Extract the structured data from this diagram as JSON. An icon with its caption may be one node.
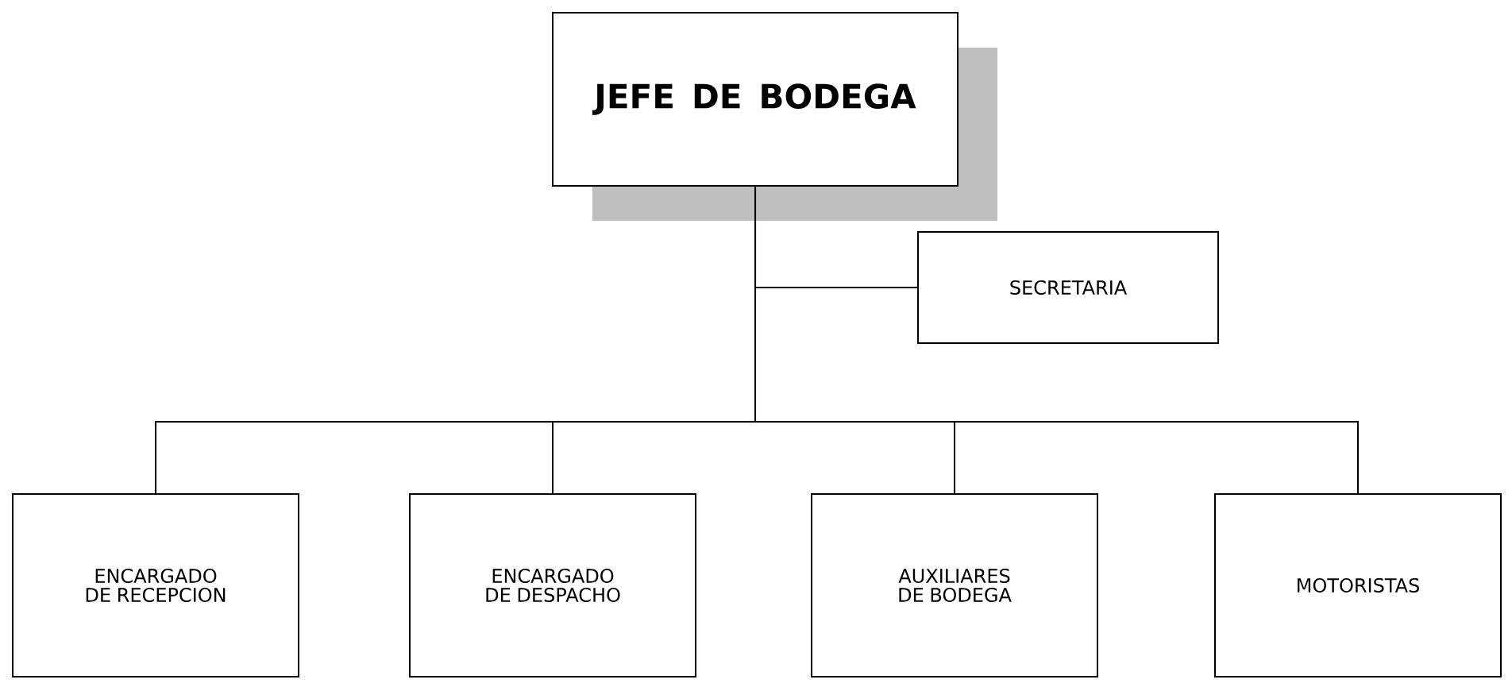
{
  "diagram": {
    "nodes": [
      {
        "text": [
          "JEFE DE BODEGA"
        ]
      },
      {
        "text": [
          "SECRETARIA"
        ]
      },
      {
        "text": [
          "ENCARGADO DE RECEPCION"
        ]
      },
      {
        "text": [
          "ENCARGADO DE DESPACHO"
        ]
      },
      {
        "text": [
          "AUXILIARES DE BODEGA"
        ]
      },
      {
        "text": [
          "MOTORISTAS"
        ]
      }
    ],
    "edges": [
      {
        "from": 0,
        "to": 1,
        "arrow": "none"
      },
      {
        "from": 0,
        "to": 2,
        "arrow": "none"
      },
      {
        "from": 0,
        "to": 3,
        "arrow": "none"
      },
      {
        "from": 0,
        "to": 4,
        "arrow": "none"
      },
      {
        "from": 0,
        "to": 5,
        "arrow": "none"
      }
    ]
  }
}
